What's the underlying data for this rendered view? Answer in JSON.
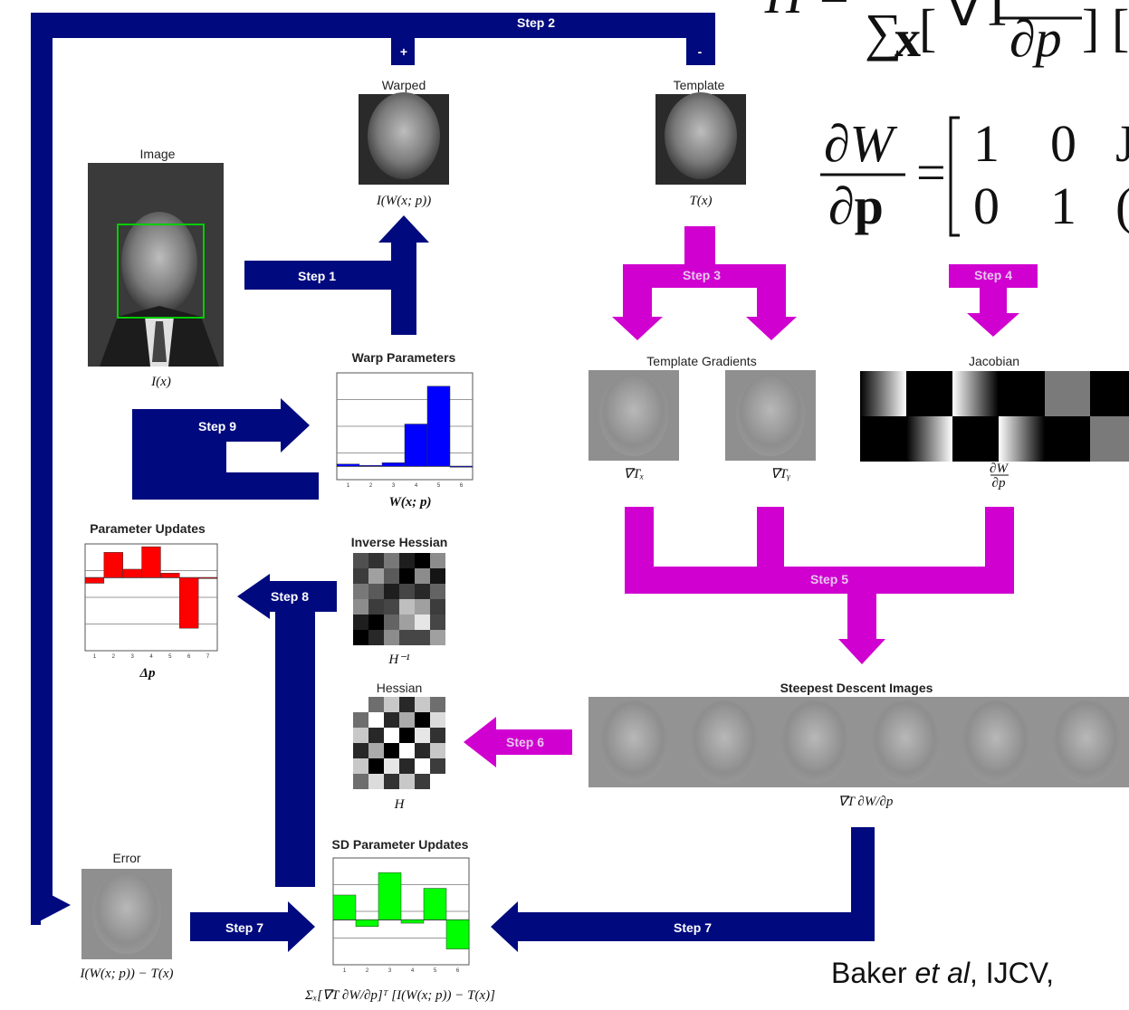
{
  "colors": {
    "arrow_blue": "#000a7e",
    "arrow_magenta": "#d000d0",
    "bar_blue": "#0000ff",
    "bar_red": "#ff0000",
    "bar_green": "#00ff00",
    "face_box": "#00cc00"
  },
  "formulas": {
    "hessian_top": "H = Σₓ [∇T ∂W/∂p]",
    "hessian_top_sub": "x",
    "jacobian_lhs_num": "∂W",
    "jacobian_lhs_den": "∂p",
    "jacobian_row1": "1   0",
    "jacobian_row2": "0   1"
  },
  "citation": {
    "prefix": "Baker ",
    "etal": "et al",
    "suffix": ", IJCV,"
  },
  "steps": {
    "s1": "Step 1",
    "s2": "Step 2",
    "s3": "Step 3",
    "s4": "Step 4",
    "s5": "Step 5",
    "s6": "Step 6",
    "s7a": "Step 7",
    "s7b": "Step 7",
    "s8": "Step 8",
    "s9": "Step 9",
    "plus": "+",
    "minus": "-"
  },
  "panels": {
    "image": {
      "title": "Image",
      "caption": "I(x)"
    },
    "warped": {
      "title": "Warped",
      "caption": "I(W(x; p))"
    },
    "template": {
      "title": "Template",
      "caption": "T(x)"
    },
    "template_gradients": {
      "title": "Template Gradients",
      "caption_x": "∇Tₓ",
      "caption_y": "∇Tᵧ"
    },
    "jacobian": {
      "title": "Jacobian",
      "caption_num": "∂W",
      "caption_den": "∂p"
    },
    "warp_params": {
      "title": "Warp Parameters",
      "caption": "W(x; p)"
    },
    "param_updates": {
      "title": "Parameter Updates",
      "caption": "Δp"
    },
    "inverse_hessian": {
      "title": "Inverse Hessian",
      "caption": "H⁻¹"
    },
    "hessian": {
      "title": "Hessian",
      "caption": "H"
    },
    "steepest": {
      "title": "Steepest Descent Images",
      "caption": "∇T ∂W/∂p"
    },
    "error": {
      "title": "Error",
      "caption": "I(W(x; p)) − T(x)"
    },
    "sd_updates": {
      "title": "SD Parameter Updates",
      "caption": "Σₓ[∇T ∂W/∂p]ᵀ [I(W(x; p)) − T(x)]"
    }
  },
  "chart_data": [
    {
      "type": "bar",
      "name": "warp_parameters",
      "categories": [
        "1",
        "2",
        "3",
        "4",
        "5",
        "6"
      ],
      "values": [
        0.05,
        0.02,
        0.08,
        0.95,
        1.8,
        0.0
      ],
      "ylim": [
        -0.3,
        2.1
      ],
      "grid": true,
      "series_color": "#0000ff"
    },
    {
      "type": "bar",
      "name": "parameter_updates",
      "categories": [
        "1",
        "2",
        "3",
        "4",
        "5",
        "6",
        "7"
      ],
      "values": [
        -0.01,
        0.045,
        0.015,
        0.055,
        0.008,
        -0.09,
        0.0
      ],
      "ylim": [
        -0.13,
        0.06
      ],
      "grid": true,
      "series_color": "#ff0000"
    },
    {
      "type": "bar",
      "name": "sd_parameter_updates",
      "categories": [
        "1",
        "2",
        "3",
        "4",
        "5",
        "6"
      ],
      "values": [
        2.2,
        -0.6,
        4.2,
        -0.3,
        2.8,
        -2.6
      ],
      "ylim": [
        -4.0,
        5.5
      ],
      "grid": true,
      "series_color": "#00ff00"
    }
  ]
}
